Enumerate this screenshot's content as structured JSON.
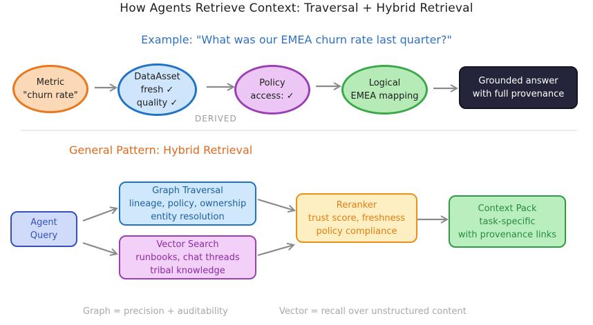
{
  "title": "How Agents Retrieve Context: Traversal + Hybrid Retrieval",
  "example": {
    "heading": "Example: \"What was our EMEA churn rate last quarter?\"",
    "nodes": [
      {
        "lines": [
          "Metric",
          "\"churn rate\""
        ],
        "fill": "#fcd9b6",
        "stroke": "#e8771e",
        "text_color": "#1e1e1e"
      },
      {
        "lines": [
          "DataAsset",
          "fresh ✓",
          "quality ✓"
        ],
        "fill": "#cfe5fb",
        "stroke": "#1f72c5",
        "text_color": "#1e1e1e"
      },
      {
        "lines": [
          "Policy",
          "access: ✓"
        ],
        "fill": "#ecc7f5",
        "stroke": "#9b3fb5",
        "text_color": "#1e1e1e"
      },
      {
        "lines": [
          "Logical",
          "EMEA mapping"
        ],
        "fill": "#b6ebb8",
        "stroke": "#3aa84a",
        "text_color": "#1e1e1e"
      },
      {
        "lines": [
          "Grounded answer",
          "with full provenance"
        ],
        "fill": "#24243a",
        "stroke": "#15151f",
        "text_color": "#ffffff"
      }
    ],
    "edge_label": "DERIVED"
  },
  "general": {
    "heading": "General Pattern: Hybrid Retrieval",
    "nodes": {
      "agent_query": {
        "lines": [
          "Agent",
          "Query"
        ],
        "fill": "#d0dbfa",
        "stroke": "#3550b8",
        "text_color": "#3550b8"
      },
      "graph_traversal": {
        "lines": [
          "Graph Traversal",
          "lineage, policy, ownership",
          "entity resolution"
        ],
        "fill": "#cfe8fb",
        "stroke": "#1f72c5",
        "text_color": "#1f5fa3"
      },
      "vector_search": {
        "lines": [
          "Vector Search",
          "runbooks, chat threads",
          "tribal knowledge"
        ],
        "fill": "#f3d0f8",
        "stroke": "#9b3fb5",
        "text_color": "#8a2da3"
      },
      "reranker": {
        "lines": [
          "Reranker",
          "trust score, freshness",
          "policy compliance"
        ],
        "fill": "#feefc2",
        "stroke": "#ec8f1a",
        "text_color": "#e07e12"
      },
      "context_pack": {
        "lines": [
          "Context Pack",
          "task-specific",
          "with provenance links"
        ],
        "fill": "#b9efbf",
        "stroke": "#2f9a42",
        "text_color": "#2b8a3e"
      }
    }
  },
  "footer": {
    "graph_note": "Graph = precision + auditability",
    "vector_note": "Vector = recall over unstructured content"
  }
}
